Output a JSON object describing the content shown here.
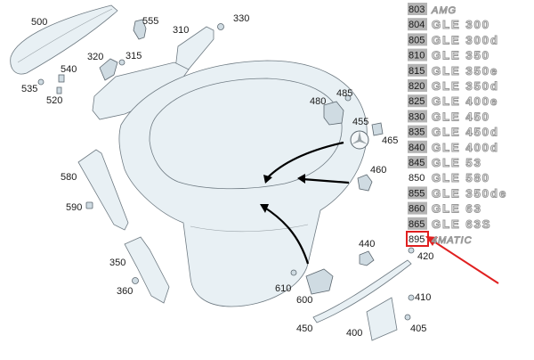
{
  "callouts": {
    "c500": "500",
    "c555": "555",
    "c330": "330",
    "c310": "310",
    "c320": "320",
    "c315": "315",
    "c540": "540",
    "c535": "535",
    "c520": "520",
    "c480": "480",
    "c485": "485",
    "c455": "455",
    "c465": "465",
    "c460": "460",
    "c580": "580",
    "c590": "590",
    "c350": "350",
    "c360": "360",
    "c440": "440",
    "c420": "420",
    "c610": "610",
    "c600": "600",
    "c410": "410",
    "c405": "405",
    "c450": "450",
    "c400": "400"
  },
  "badges": [
    {
      "number": "803",
      "text": "AMG",
      "highlighted": true
    },
    {
      "number": "804",
      "text": "GLE 300",
      "highlighted": true
    },
    {
      "number": "805",
      "text": "GLE 300d",
      "highlighted": true
    },
    {
      "number": "810",
      "text": "GLE 350",
      "highlighted": true
    },
    {
      "number": "815",
      "text": "GLE 350e",
      "highlighted": true
    },
    {
      "number": "820",
      "text": "GLE 350d",
      "highlighted": true
    },
    {
      "number": "825",
      "text": "GLE 400e",
      "highlighted": true
    },
    {
      "number": "830",
      "text": "GLE 450",
      "highlighted": true
    },
    {
      "number": "835",
      "text": "GLE 450d",
      "highlighted": true
    },
    {
      "number": "840",
      "text": "GLE 400d",
      "highlighted": true
    },
    {
      "number": "845",
      "text": "GLE 53",
      "highlighted": true
    },
    {
      "number": "850",
      "text": "GLE 580",
      "highlighted": false
    },
    {
      "number": "855",
      "text": "GLE 350de",
      "highlighted": true
    },
    {
      "number": "860",
      "text": "GLE 63",
      "highlighted": true
    },
    {
      "number": "865",
      "text": "GLE 63S",
      "highlighted": true
    },
    {
      "number": "895",
      "text": "4MATIC",
      "highlighted": false,
      "boxed": true
    }
  ],
  "colors": {
    "highlight_bg": "#b4b4b4",
    "box_red": "#e02020",
    "arrow_red": "#e02020",
    "part_fill": "#e8f0f4",
    "part_stroke": "#6f7b83"
  }
}
